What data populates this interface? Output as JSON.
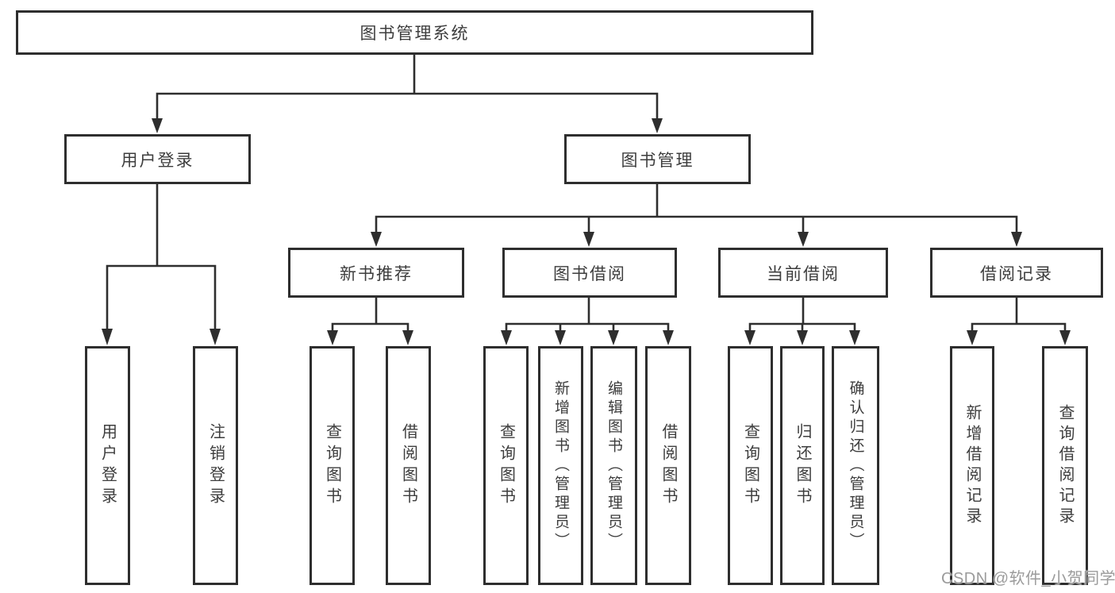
{
  "colors": {
    "background": "#ffffff",
    "line": "#2e2e2e",
    "box_border": "#2e2e2e",
    "text": "#3d3d3d",
    "watermark": "#898989"
  },
  "watermark": {
    "text": "CSDN @软件_小贺同学"
  },
  "tree": {
    "root": {
      "label": "图书管理系统"
    },
    "branches": [
      {
        "label": "用户登录",
        "children": [
          {
            "label": "用户登录"
          },
          {
            "label": "注销登录"
          }
        ]
      },
      {
        "label": "图书管理",
        "children": [
          {
            "label": "新书推荐",
            "children": [
              {
                "label": "查询图书"
              },
              {
                "label": "借阅图书"
              }
            ]
          },
          {
            "label": "图书借阅",
            "children": [
              {
                "label": "查询图书"
              },
              {
                "label": "新增图书（管理员）"
              },
              {
                "label": "编辑图书（管理员）"
              },
              {
                "label": "借阅图书"
              }
            ]
          },
          {
            "label": "当前借阅",
            "children": [
              {
                "label": "查询图书"
              },
              {
                "label": "归还图书"
              },
              {
                "label": "确认归还（管理员）"
              }
            ]
          },
          {
            "label": "借阅记录",
            "children": [
              {
                "label": "新增借阅记录"
              },
              {
                "label": "查询借阅记录"
              }
            ]
          }
        ]
      }
    ]
  }
}
